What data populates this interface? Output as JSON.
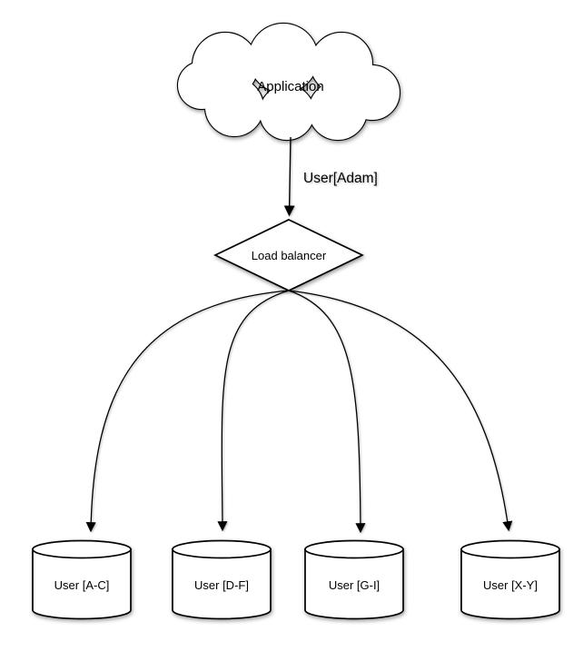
{
  "diagram": {
    "application": {
      "label": "Application"
    },
    "request_edge": {
      "label": "User[Adam]"
    },
    "load_balancer": {
      "label": "Load balancer"
    },
    "shards": [
      {
        "label": "User [A-C]"
      },
      {
        "label": "User [D-F]"
      },
      {
        "label": "User [G-I]"
      },
      {
        "label": "User [X-Y]"
      }
    ],
    "colors": {
      "background": "#ffffff",
      "shape_fill": "#ffffff",
      "stroke": "#000000",
      "text": "#000000"
    }
  }
}
